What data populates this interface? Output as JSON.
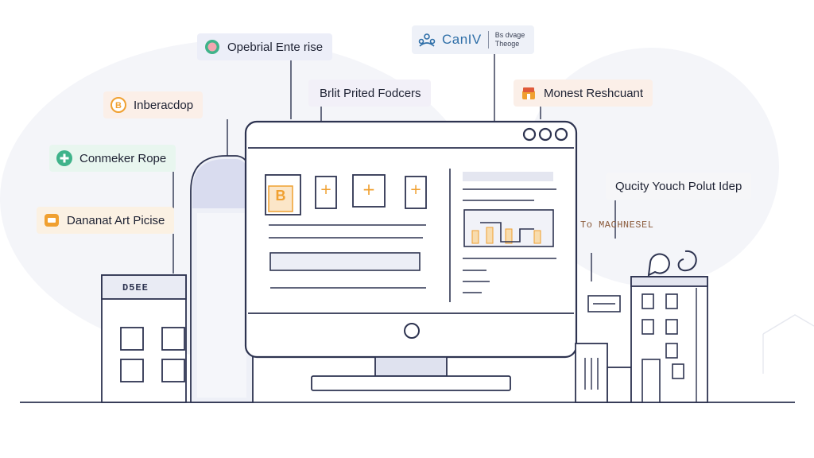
{
  "colors": {
    "ink": "#2d3350",
    "accent_orange": "#f0a030",
    "accent_green": "#3fb38a",
    "accent_blue": "#2f6fa8",
    "chip_lavender": "#eceef8",
    "chip_peach": "#fbefe8",
    "chip_mint": "#e8f6ef",
    "chip_cream": "#fbf1e3"
  },
  "labels": {
    "top_left": "Opebrial Ente rise",
    "top_center": "Brlit Prited Fodcers",
    "brand_name": "CanIV",
    "brand_sub_line1": "Bs dvage",
    "brand_sub_line2": "Theoge",
    "top_right": "Monest Reshcuant",
    "left_1": "Inberacdop",
    "left_2": "Conmeker Rope",
    "left_3": "Dananat Art Picise",
    "right_1": "Qucity Youch Polut Idep"
  },
  "screen": {
    "app_tile_letter": "B",
    "plus_symbol": "+"
  },
  "scene_text": {
    "left_building_sign": "D5EE",
    "right_tag": "To MACHNESEL"
  },
  "icons": {
    "top_left": "globe-badge-icon",
    "brand": "people-network-icon",
    "top_right": "store-icon",
    "left_1": "coin-icon",
    "left_2": "plus-circle-icon",
    "left_3": "wallet-icon",
    "window_controls": "three-dots-icon",
    "power": "power-button-icon",
    "chat_bubble": "chat-bubble-icon",
    "spiral": "spiral-icon"
  }
}
